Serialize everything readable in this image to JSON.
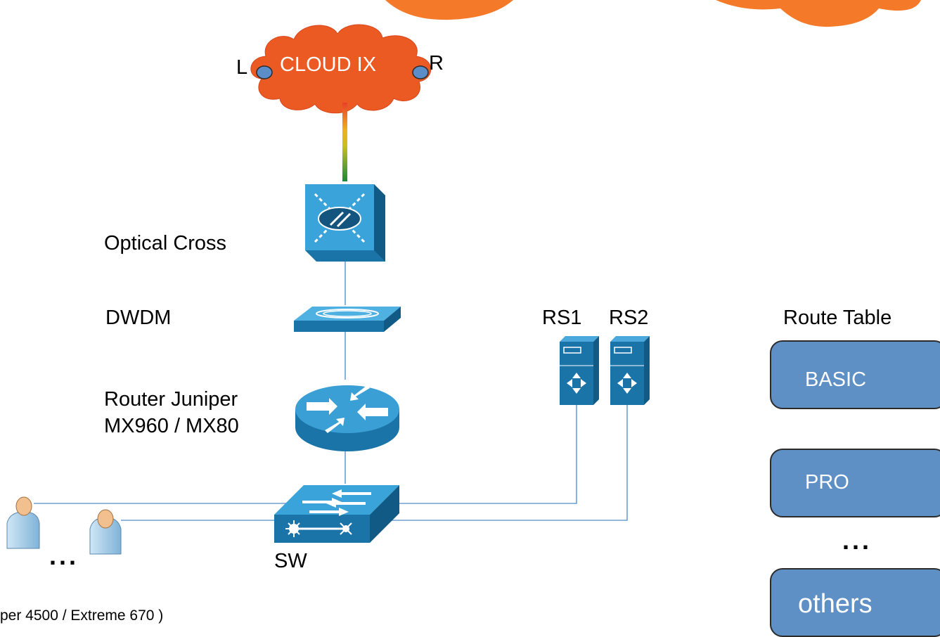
{
  "cloud": {
    "label": "CLOUD IX",
    "left_port": "L",
    "right_port": "R"
  },
  "devices": {
    "optical_cross": "Optical Cross",
    "dwdm": "DWDM",
    "router_line1": "Router Juniper",
    "router_line2": "MX960 / MX80",
    "switch": "SW",
    "switch_note": "per 4500 / Extreme 670 )",
    "rs1": "RS1",
    "rs2": "RS2",
    "users_ellipsis": "..."
  },
  "route_table": {
    "title": "Route Table",
    "items": [
      "BASIC",
      "PRO",
      "others"
    ],
    "ellipsis": "..."
  },
  "colors": {
    "cloud_fill": "#ec5a24",
    "top_blobs": "#f47a2a",
    "device_blue": "#1a74a8",
    "icon_blue": "#3aa3d9",
    "link_line": "#6d9fd0",
    "route_box": "#5e8fc5"
  }
}
